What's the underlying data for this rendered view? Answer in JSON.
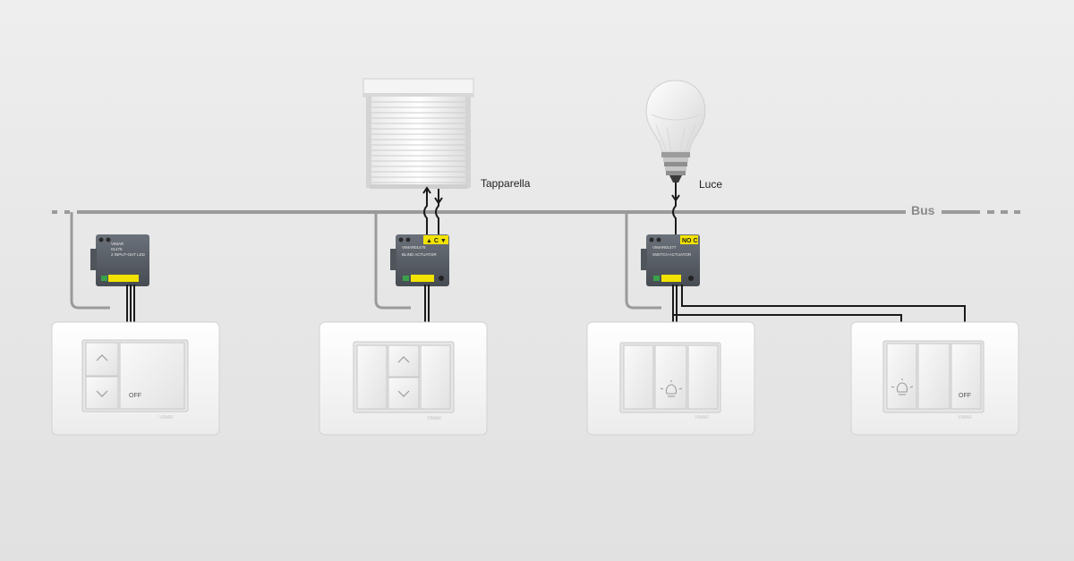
{
  "labels": {
    "bus": "Bus",
    "shutter": "Tapparella",
    "light": "Luce"
  },
  "modules": [
    {
      "brand": "VIMAR",
      "code": "01475",
      "desc": "2 INPUT-OUT LED"
    },
    {
      "brand": "VIMAR",
      "code": "01476",
      "desc": "BLIND ACTUATOR",
      "terminals": "▲ C ▼"
    },
    {
      "brand": "VIMAR",
      "code": "01477",
      "desc": "SWITCH ACTUATOR",
      "terminals": "NO C"
    }
  ],
  "switches": {
    "off": "OFF",
    "brand": "VIMAR"
  },
  "colors": {
    "background": "#e6e6e6",
    "bus_line": "#9a9a9a",
    "wire": "#1a1a1a",
    "module_body": "#5a6068",
    "module_label": "#f2e200",
    "plate": "#f7f7f7"
  }
}
